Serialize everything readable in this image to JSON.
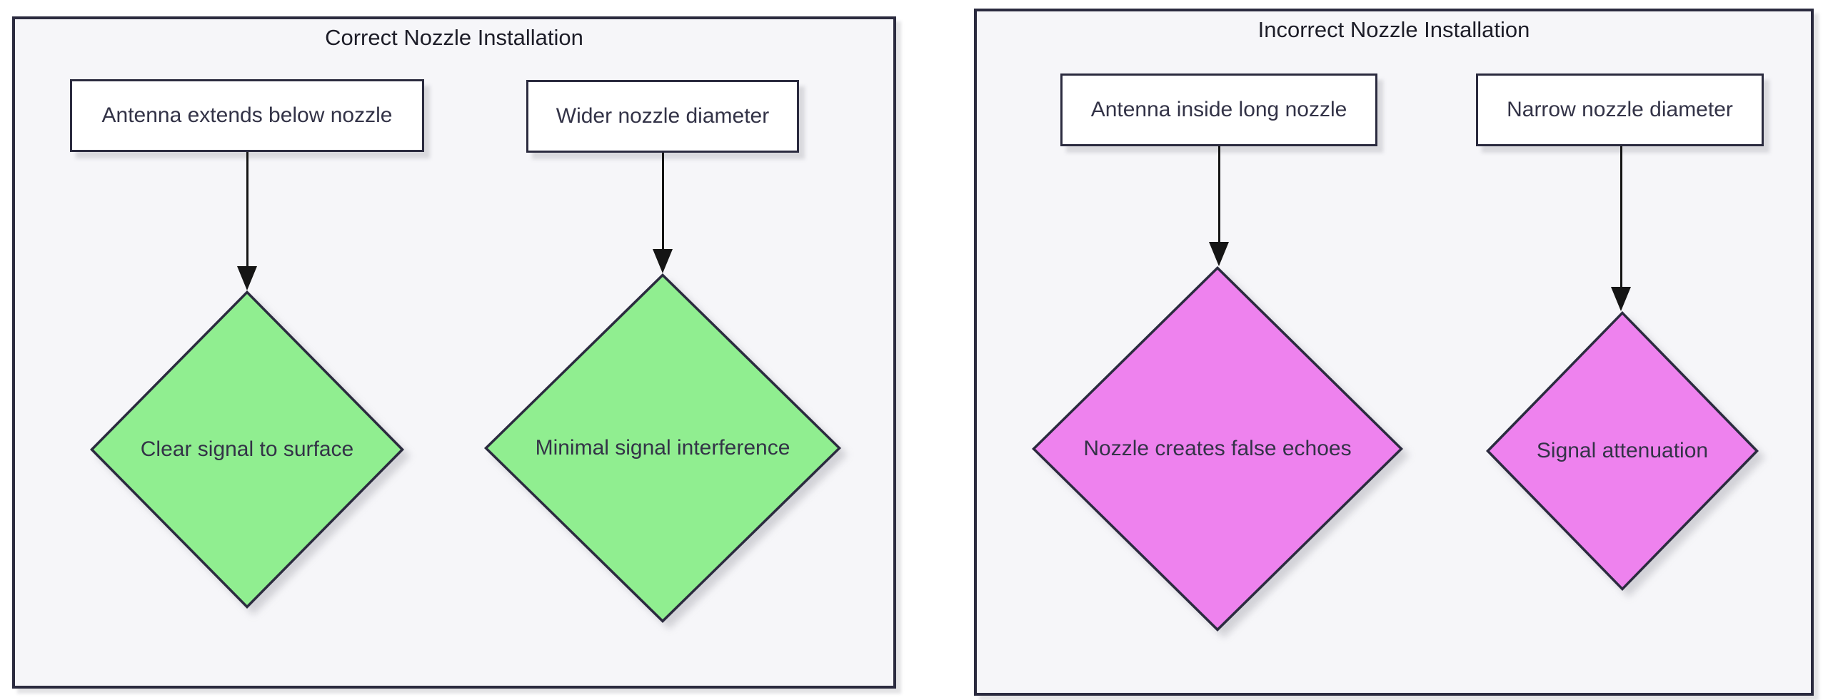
{
  "colors": {
    "page_bg": "#ffffff",
    "panel_bg": "#f6f6f9",
    "border": "#2b2b3f",
    "text": "#333347",
    "title": "#1d1d28",
    "arrow": "#151515",
    "correct_fill": "#90ee90",
    "incorrect_fill": "#ee82ee"
  },
  "panels": [
    {
      "title": "Correct Nozzle Installation",
      "flows": [
        {
          "cause": "Antenna extends below nozzle",
          "effect": "Clear signal to surface",
          "fill": "#90ee90"
        },
        {
          "cause": "Wider nozzle diameter",
          "effect": "Minimal signal interference",
          "fill": "#90ee90"
        }
      ]
    },
    {
      "title": "Incorrect Nozzle Installation",
      "flows": [
        {
          "cause": "Antenna inside long nozzle",
          "effect": "Nozzle creates false echoes",
          "fill": "#ee82ee"
        },
        {
          "cause": "Narrow nozzle diameter",
          "effect": "Signal attenuation",
          "fill": "#ee82ee"
        }
      ]
    }
  ]
}
